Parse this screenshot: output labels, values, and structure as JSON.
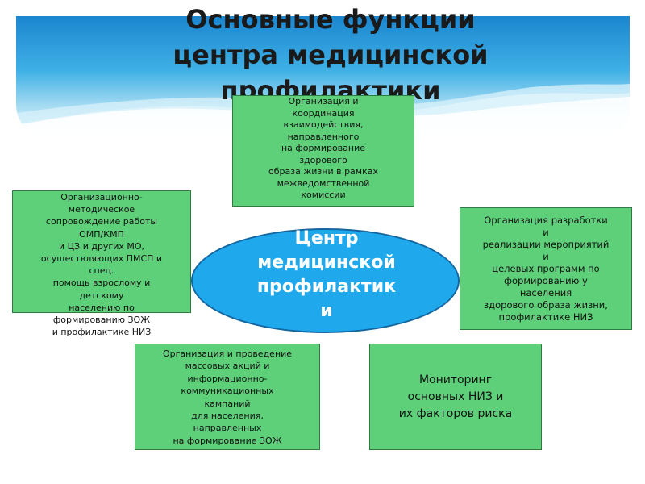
{
  "title": {
    "lines": [
      "Основные функции",
      "центра медицинской",
      "профилактики"
    ]
  },
  "center": {
    "lines": [
      "Центр",
      "медицинской",
      "профилактик",
      "и"
    ]
  },
  "boxes": {
    "top": {
      "lines": [
        "Организация и",
        "координация",
        "взаимодействия,",
        "направленного",
        "на формирование",
        "здорового",
        "образа жизни в рамках",
        "межведомственной",
        "комиссии"
      ]
    },
    "left": {
      "lines": [
        "Организационно-",
        "методическое",
        "сопровождение работы",
        "ОМП/КМП",
        "и ЦЗ и других МО,",
        "осуществляющих ПМСП и",
        "спец.",
        "помощь взрослому и",
        "детскому",
        "населению по",
        "формированию ЗОЖ",
        "и профилактике НИЗ"
      ]
    },
    "right": {
      "lines": [
        "Организация разработки",
        "и",
        "реализации мероприятий",
        "и",
        "целевых программ по",
        "формированию у",
        "населения",
        "здорового образа жизни,",
        "профилактике НИЗ"
      ]
    },
    "bottom_left": {
      "lines": [
        "Организация и проведение",
        "массовых акций и",
        "информационно-",
        "коммуникационных",
        "кампаний",
        "для населения,",
        "направленных",
        "на формирование ЗОЖ"
      ]
    },
    "bottom_right": {
      "lines": [
        "Мониторинг",
        "основных НИЗ и",
        "их факторов риска"
      ]
    }
  },
  "colors": {
    "box_fill": "#5fd07a",
    "ellipse_fill": "#1fa9ec",
    "banner_sky": "#2a9ad9"
  }
}
